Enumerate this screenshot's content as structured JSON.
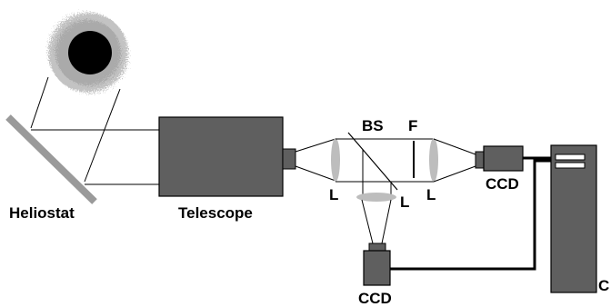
{
  "labels": {
    "heliostat": "Heliostat",
    "telescope": "Telescope",
    "beam_splitter": "BS",
    "filter": "F",
    "lens_1": "L",
    "lens_2": "L",
    "lens_3": "L",
    "ccd_right": "CCD",
    "ccd_bottom": "CCD",
    "computer": "C"
  },
  "colors": {
    "component_fill": "#5f5f5f",
    "lens_fill": "#bdbdbd",
    "corona": "#a8a8a8",
    "sun_disk": "#000000",
    "beam_line": "#000000",
    "cable": "#000000"
  }
}
